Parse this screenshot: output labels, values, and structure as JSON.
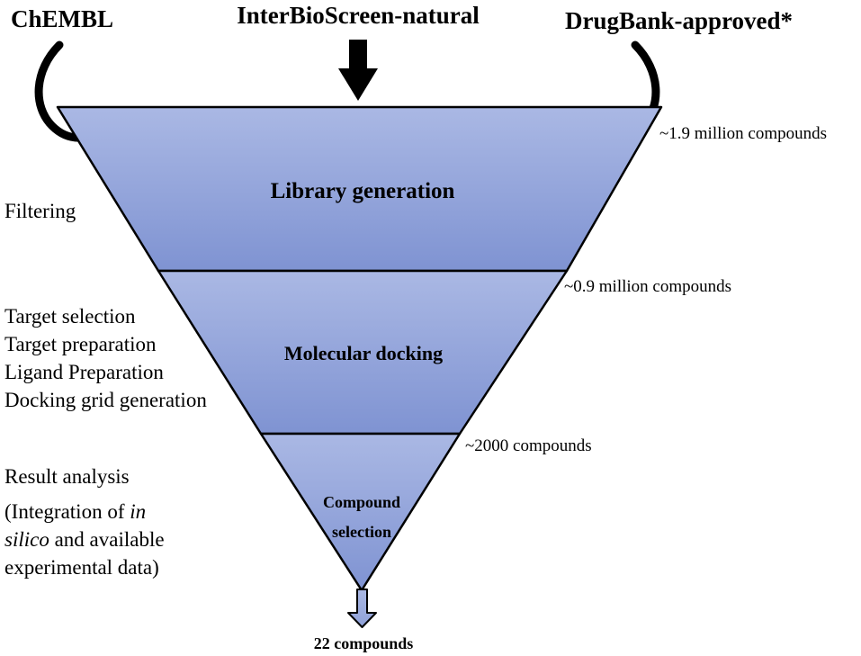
{
  "sources": {
    "left": "ChEMBL",
    "center": "InterBioScreen-natural",
    "right": "DrugBank-approved*"
  },
  "stages": [
    {
      "label": "Library generation"
    },
    {
      "label": "Molecular docking"
    },
    {
      "label_line1": "Compound",
      "label_line2": "selection"
    }
  ],
  "counts": {
    "library": "~1.9 million compounds",
    "docking": "~0.9 million compounds",
    "selection": "~2000 compounds"
  },
  "steps": {
    "filtering": "Filtering",
    "docking": [
      "Target selection",
      "Target preparation",
      "Ligand Preparation",
      "Docking grid generation"
    ],
    "analysis_title": "Result analysis",
    "analysis_line1_prefix": "(Integration of ",
    "analysis_line1_italic": "in",
    "analysis_line2_italic": "silico",
    "analysis_line2_suffix": " and available",
    "analysis_line3": "experimental data)"
  },
  "final": "22 compounds",
  "colors": {
    "funnel_light": "#aab8e4",
    "funnel_dark": "#7f93d2",
    "outline": "#000000"
  }
}
